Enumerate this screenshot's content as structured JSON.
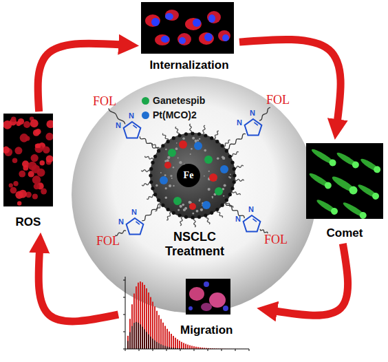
{
  "diagram": {
    "nodes": [
      {
        "text": [
          "Internalization"
        ]
      },
      {
        "text": [
          "Comet"
        ]
      },
      {
        "text": [
          "Migration"
        ]
      },
      {
        "text": [
          "ROS"
        ]
      },
      {
        "text": [
          "NSCLC Treatment"
        ]
      },
      {
        "text": [
          "Fe"
        ],
        "in": 4
      }
    ],
    "edges": [
      {
        "from": 0,
        "to": 1,
        "arrow": "to"
      },
      {
        "from": 1,
        "to": 2,
        "arrow": "to"
      },
      {
        "from": 2,
        "to": 3,
        "arrow": "to"
      },
      {
        "from": 3,
        "to": 0,
        "arrow": "to"
      }
    ],
    "labels": [
      "FOL",
      "FOL",
      "FOL",
      "FOL",
      "N",
      "N",
      "N",
      "N",
      "N",
      "N",
      "N",
      "N"
    ],
    "legend": [
      {
        "text": "Ganetespib",
        "color": "#1aa64a"
      },
      {
        "text": "Pt(MCO)2",
        "color": "#1f6fd1"
      }
    ]
  }
}
